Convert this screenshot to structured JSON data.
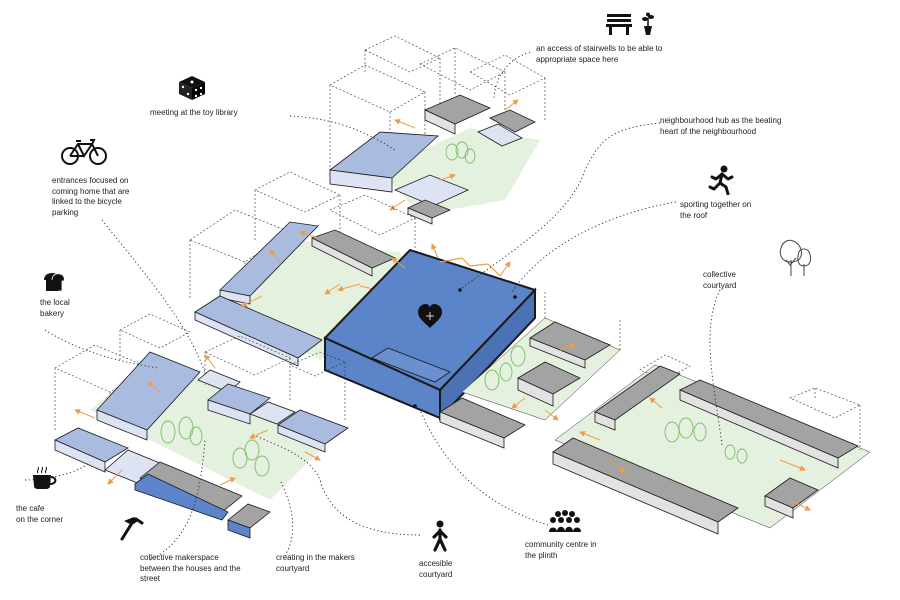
{
  "palette": {
    "blue_top": "#5b84c9",
    "blue_light": "#a9bce0",
    "blue_pale": "#dde3f3",
    "grey_top": "#a3a3a3",
    "grey_side": "#e2e2e2",
    "courtyard_green": "#e4f1df",
    "arrow_orange": "#ef9b47",
    "line_dark": "#1a1a1a"
  },
  "annotations": [
    {
      "id": "stairwells",
      "text": "an access of stairwells to be able to\nappropriate space here",
      "icon": "bench-and-plant-icon"
    },
    {
      "id": "toy-library",
      "text": "meeting at the toy library",
      "icon": "dice-icon"
    },
    {
      "id": "hub",
      "text": "neighbourhood hub as the beating\nheart of the neighbourhood",
      "icon": "heart-icon"
    },
    {
      "id": "bicycle",
      "text": "entrances focused on\ncoming home that are\nlinked to the bicycle\nparking",
      "icon": "bicycle-icon"
    },
    {
      "id": "sport",
      "text": "sporting together on\nthe roof",
      "icon": "running-person-icon"
    },
    {
      "id": "bakery",
      "text": "the local\nbakery",
      "icon": "bread-icon"
    },
    {
      "id": "courtyard",
      "text": "collective\ncourtyard",
      "icon": "tree-icon"
    },
    {
      "id": "cafe",
      "text": "the cafe\non the corner",
      "icon": "coffee-cup-icon"
    },
    {
      "id": "makerspace",
      "text": "collective makerspace\nbetween the houses and the\nstreet",
      "icon": "hammer-icon"
    },
    {
      "id": "makers-courtyard",
      "text": "creating in the makers\ncourtyard",
      "icon": ""
    },
    {
      "id": "accessible",
      "text": "accesible\ncourtyard",
      "icon": "walking-person-icon"
    },
    {
      "id": "community",
      "text": "community centre in\nthe plinth",
      "icon": "crowd-icon"
    }
  ]
}
